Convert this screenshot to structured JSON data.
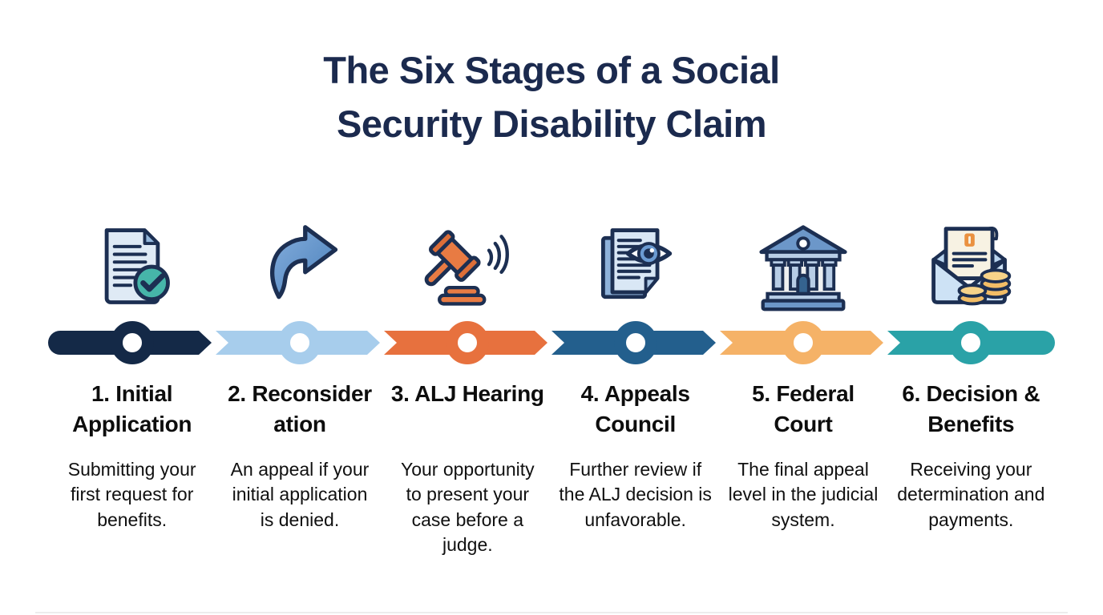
{
  "page": {
    "background": "#ffffff"
  },
  "title": {
    "line1": "The Six Stages of a Social",
    "line2": "Security Disability Claim",
    "color": "#1b2a4e"
  },
  "stages": [
    {
      "number": "1",
      "title": "1. Initial Application",
      "description": "Submitting your first request for benefits.",
      "color": "#142947",
      "icon": "document-check-icon"
    },
    {
      "number": "2",
      "title": "2. Reconsideration",
      "description": "An appeal if your initial application is denied.",
      "color": "#a7cdec",
      "icon": "redo-arrow-icon"
    },
    {
      "number": "3",
      "title": "3. ALJ Hearing",
      "description": "Your opportunity to present your case before a judge.",
      "color": "#e7713e",
      "icon": "gavel-icon"
    },
    {
      "number": "4",
      "title": "4. Appeals Council",
      "description": "Further review if the ALJ decision is unfavorable.",
      "color": "#235f8d",
      "icon": "documents-eye-icon"
    },
    {
      "number": "5",
      "title": "5. Federal Court",
      "description": "The final appeal level in the judicial system.",
      "color": "#f5b267",
      "icon": "courthouse-icon"
    },
    {
      "number": "6",
      "title": "6. Decision & Benefits",
      "description": "Receiving your determination and payments.",
      "color": "#2aa2a7",
      "icon": "envelope-coins-icon"
    }
  ]
}
